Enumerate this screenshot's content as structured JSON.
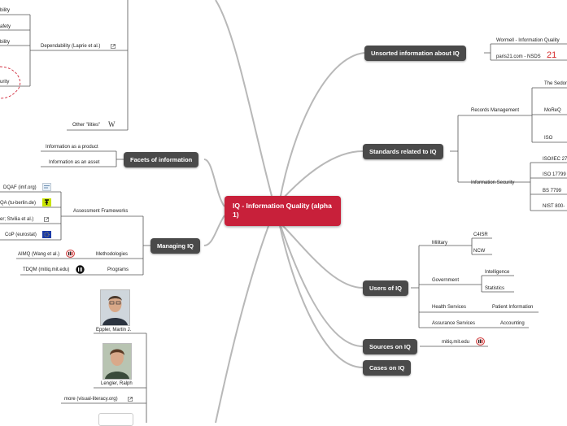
{
  "central": {
    "title": "IQ - Information Quality (alpha 1)"
  },
  "branches": {
    "unsorted": "Unsorted information about IQ",
    "standards": "Standards related to IQ",
    "users": "Users of IQ",
    "sources": "Sources on IQ",
    "cases": "Cases on IQ",
    "facets": "Facets of information",
    "managing": "Managing IQ"
  },
  "unsorted": {
    "wormell": "Wormell - Information Quality",
    "paris21": "paris21.com - NSDS",
    "paris21_logo": "21"
  },
  "standards": {
    "records": "Records Management",
    "the_sedona": "The Sedona",
    "moreq": "MoReQ",
    "iso": "ISO",
    "security": "Information Security",
    "iso_iec": "ISO/IEC 27",
    "iso17799": "ISO 17799",
    "bs7799": "BS 7799",
    "nist": "NIST 800-"
  },
  "users": {
    "military": "Military",
    "c4isr": "C4ISR",
    "ncw": "NCW",
    "government": "Government",
    "intelligence": "Intelligence",
    "statistics": "Statistics",
    "health": "Health Services",
    "patient": "Patient Information",
    "assurance": "Assurance Services",
    "accounting": "Accounting"
  },
  "sources": {
    "mitiq": "mitiq.mit.edu"
  },
  "facets": {
    "product": "Information as a product",
    "asset": "Information as an asset"
  },
  "dependability": {
    "title": "Dependability (Laprie et al.)",
    "item1": "bility",
    "item2": "afety",
    "item3": "bility",
    "item4": "urity",
    "other": "Other \"ilities\"",
    "wiki_glyph": "W"
  },
  "managing": {
    "assessment": "Assessment Frameworks",
    "dqaf": "DQAF (imf.org)",
    "qa_tu": "QA (tu-berlin.de)",
    "stvilia": "er; Stvilia et al.)",
    "cop": "CoP (eurostat)",
    "methodologies": "Methodologies",
    "aimq": "AIMQ (Wang et al.)",
    "programs": "Programs",
    "tdqm": "TDQM (mitiq.mit.edu)"
  },
  "people": {
    "eppler": "Eppler, Martin J.",
    "lengler": "Lengler, Ralph",
    "more": "more (visual-literacy.org)"
  },
  "colors": {
    "central": "#c8203a",
    "node": "#4a4a4a",
    "connector": "#b8b8b8",
    "line": "#555555",
    "dashed": "#d0283a"
  }
}
